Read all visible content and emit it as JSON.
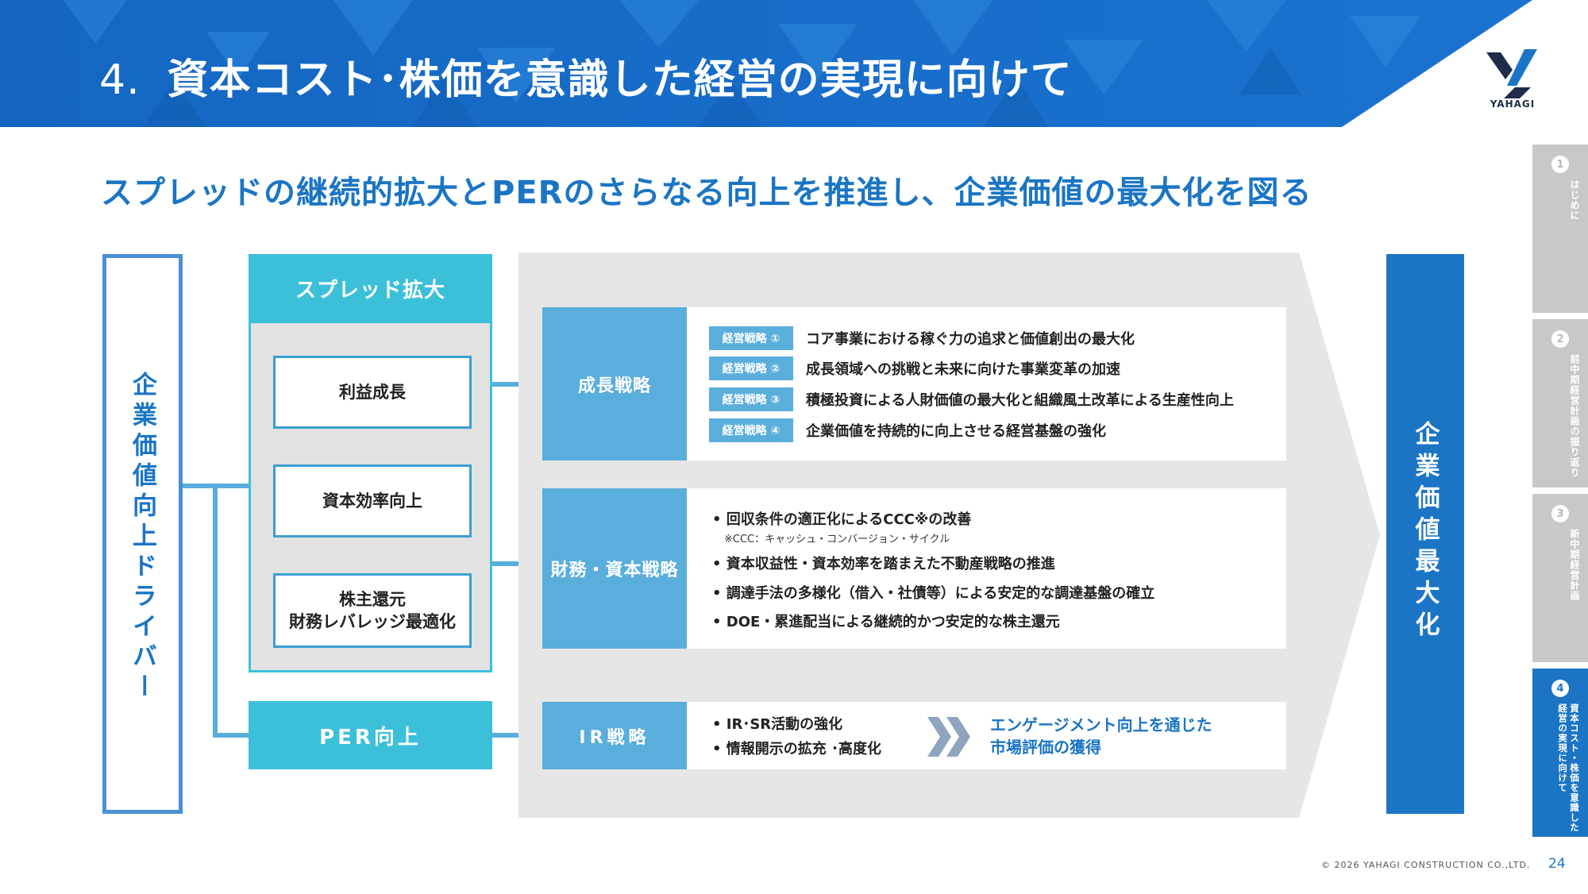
{
  "header": {
    "number": "4.",
    "title": "資本コスト･株価を意識した経営の実現に向けて",
    "logo_text": "YAHAGI"
  },
  "subtitle": "スプレッドの継続的拡大とPERのさらなる向上を推進し、企業価値の最大化を図る",
  "driver": {
    "label": "企業価値向上ドライバー"
  },
  "spread": {
    "header": "スプレッド拡大",
    "items": [
      "利益成長",
      "資本効率向上",
      "株主還元\n財務レバレッジ最適化"
    ]
  },
  "per": {
    "label": "PER向上"
  },
  "growth": {
    "label": "成長戦略",
    "items": [
      {
        "tag": "経営戦略 ①",
        "text": "コア事業における稼ぐ力の追求と価値創出の最大化"
      },
      {
        "tag": "経営戦略 ②",
        "text": "成長領域への挑戦と未来に向けた事業変革の加速"
      },
      {
        "tag": "経営戦略 ③",
        "text": "積極投資による人財価値の最大化と組織風土改革による生産性向上"
      },
      {
        "tag": "経営戦略 ④",
        "text": "企業価値を持続的に向上させる経営基盤の強化"
      }
    ]
  },
  "finance": {
    "label": "財務・資本戦略",
    "bullet1": "• 回収条件の適正化によるCCC※の改善",
    "note": "※CCC：キャッシュ・コンバージョン・サイクル",
    "bullet2": "• 資本収益性・資本効率を踏まえた不動産戦略の推進",
    "bullet3": "• 調達手法の多様化（借入・社債等）による安定的な調達基盤の確立",
    "bullet4": "• DOE・累進配当による継続的かつ安定的な株主還元"
  },
  "ir": {
    "label": "IR戦略",
    "bullet1": "• IR･SR活動の強化",
    "bullet2": "• 情報開示の拡充 ･高度化",
    "result_line1": "エンゲージメント向上を通じた",
    "result_line2": "市場評価の獲得"
  },
  "result": {
    "label": "企業価値最大化"
  },
  "side_nav": [
    {
      "number": "1",
      "label": "はじめに"
    },
    {
      "number": "2",
      "label": "前中期経営計画の振り返り"
    },
    {
      "number": "3",
      "label": "新中期経営計画"
    },
    {
      "number": "4",
      "label": "資本コスト・株価を意識した経営の実現に向けて"
    }
  ],
  "footer": {
    "copyright": "© 2026 YAHAGI CONSTRUCTION CO.,LTD.",
    "page": "24"
  },
  "colors": {
    "header_blue": "#1565c0",
    "accent_blue": "#1b75c4",
    "light_blue": "#5aaedc",
    "cyan": "#3cc0da",
    "gray_arrow": "#e6e6e6",
    "tab_gray": "#c8c8c8"
  }
}
